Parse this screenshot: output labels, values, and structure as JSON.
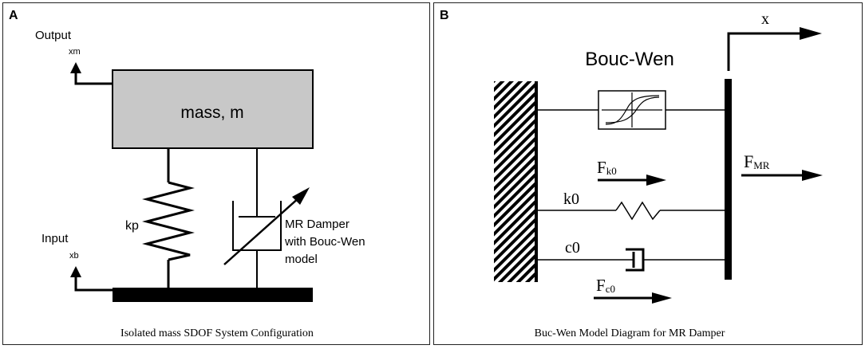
{
  "panel_a": {
    "letter": "A",
    "output_label": "Output",
    "output_var": "xm",
    "input_label": "Input",
    "input_var": "xb",
    "mass_label": "mass, m",
    "spring_label": "kp",
    "damper_label_lines": [
      "MR Damper",
      "with Bouc-Wen",
      "model"
    ],
    "caption": "Isolated mass SDOF System Configuration"
  },
  "panel_b": {
    "letter": "B",
    "title": "Bouc-Wen",
    "x_label": "x",
    "fmr_main": "F",
    "fmr_sub": "MR",
    "fk0_main": "F",
    "fk0_sub": "k0",
    "fc0_main": "F",
    "fc0_sub": "c0",
    "k0_label": "k0",
    "c0_label": "c0",
    "caption": "Buc-Wen Model Diagram for MR Damper"
  },
  "colors": {
    "mass_fill": "#c8c8c8",
    "stroke": "#000000"
  }
}
